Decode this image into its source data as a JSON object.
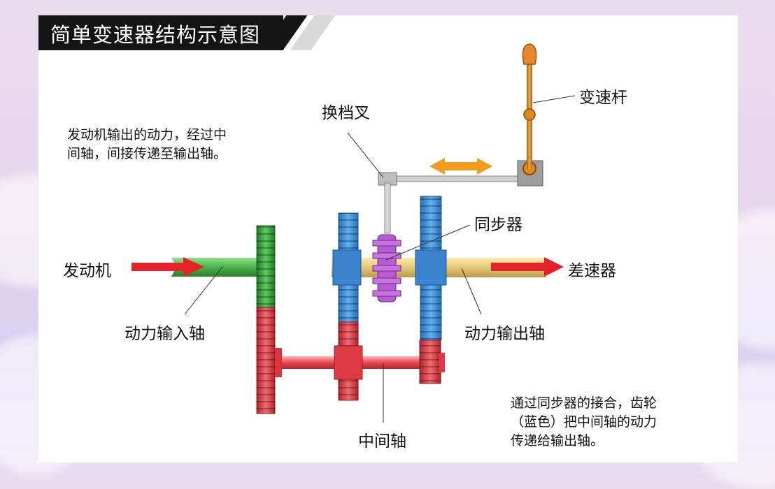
{
  "title": "简单变速器结构示意图",
  "labels": {
    "engine": "发动机",
    "input_shaft": "动力输入轴",
    "shift_fork": "换档叉",
    "gear_lever": "变速杆",
    "synchronizer": "同步器",
    "differential": "差速器",
    "output_shaft": "动力输出轴",
    "countershaft": "中间轴"
  },
  "notes": {
    "top_left": [
      "发动机输出的动力，经过中",
      "间轴，间接传递至输出轴。"
    ],
    "bottom_right": [
      "通过同步器的接合，齿轮",
      "（蓝色）把中间轴的动力",
      "传递给输出轴。"
    ]
  },
  "colors": {
    "input_shaft": "#49b24a",
    "gear_blue": "#3d8fd6",
    "gear_red": "#e8474f",
    "gear_green": "#3aa63c",
    "synchronizer": "#b65bd1",
    "output_shaft": "#e6c978",
    "lever": "#d2851e",
    "arrow_red": "#e4222a",
    "arrow_orange": "#f29c1f"
  }
}
